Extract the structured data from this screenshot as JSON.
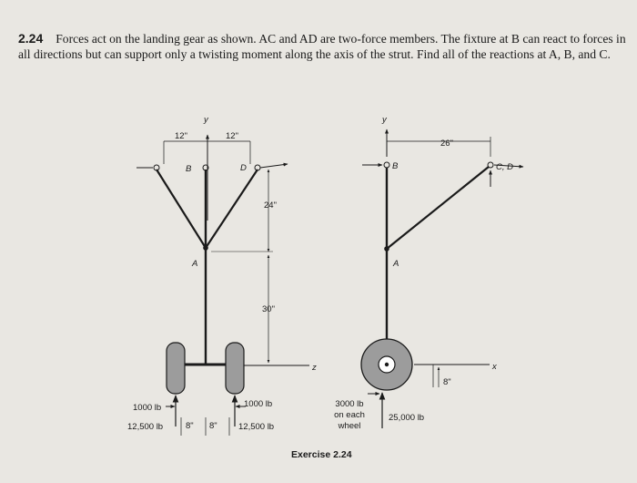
{
  "problem": {
    "number": "2.24",
    "text": "Forces act on the landing gear as shown. AC and AD are two-force members. The fixture at B can react to forces in all directions but can support only a twisting moment along the axis of the strut. Find all of the reactions at A, B, and C."
  },
  "figure": {
    "left": {
      "dim_12a": "12\"",
      "dim_12b": "12\"",
      "y_axis": "y",
      "label_B": "B",
      "label_D": "D",
      "label_A": "A",
      "dim_24": "24\"",
      "dim_30": "30\"",
      "z_axis": "z",
      "force_1000_left": "1000 lb",
      "force_12500_left": "12,500 lb",
      "dim_8a": "8\"",
      "dim_8b": "8\"",
      "force_1000_right": "1000 lb",
      "force_12500_right": "12,500 lb"
    },
    "right": {
      "y_axis": "y",
      "dim_26": "26\"",
      "label_B": "B",
      "label_CD": "C, D",
      "label_A": "A",
      "x_axis": "x",
      "dim_8": "8\"",
      "force_3000_line1": "3000 lb",
      "force_3000_line2": "on each",
      "force_3000_line3": "wheel",
      "force_25000": "25,000 lb"
    },
    "caption": "Exercise 2.24"
  }
}
